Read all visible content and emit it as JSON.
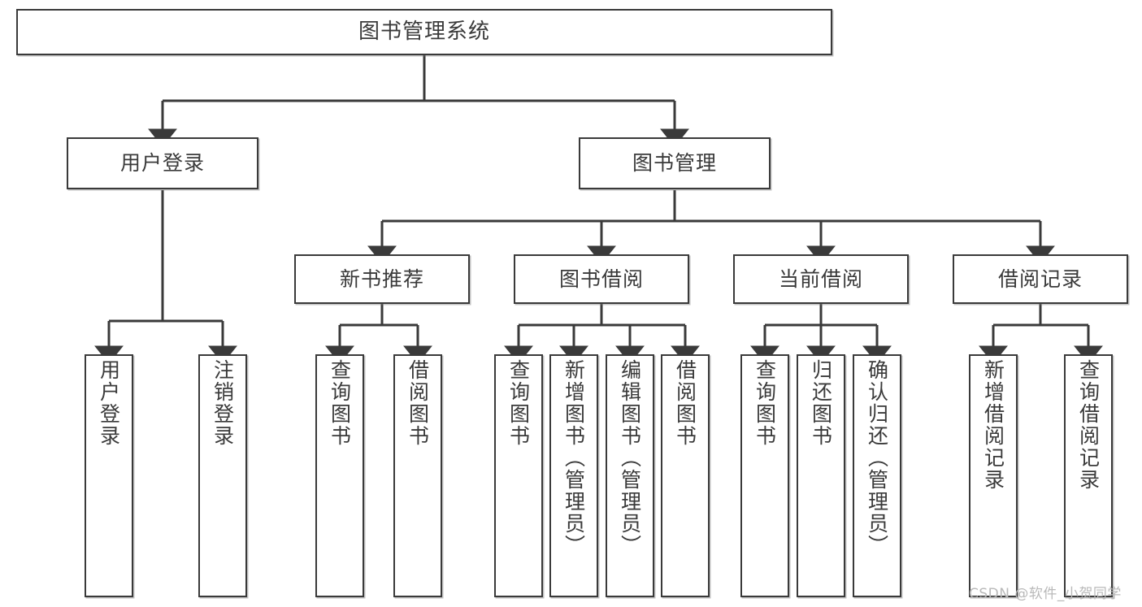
{
  "diagram": {
    "title": "图书管理系统",
    "type": "tree-hierarchy",
    "background_color": "#ffffff",
    "line_color": "#3a3a3a",
    "text_color": "#3a3a3a"
  },
  "nodes": {
    "root": {
      "label": "图书管理系统"
    },
    "level2": [
      {
        "label": "用户登录"
      },
      {
        "label": "图书管理"
      }
    ],
    "level3": [
      {
        "label": "新书推荐"
      },
      {
        "label": "图书借阅"
      },
      {
        "label": "当前借阅"
      },
      {
        "label": "借阅记录"
      }
    ],
    "leaves": {
      "user_login": [
        {
          "label": "用户登录"
        },
        {
          "label": "注销登录"
        }
      ],
      "new_book_recommend": [
        {
          "label": "查询图书"
        },
        {
          "label": "借阅图书"
        }
      ],
      "book_borrow": [
        {
          "label": "查询图书"
        },
        {
          "label": "新增图书（管理员）"
        },
        {
          "label": "编辑图书（管理员）"
        },
        {
          "label": "借阅图书"
        }
      ],
      "current_borrow": [
        {
          "label": "查询图书"
        },
        {
          "label": "归还图书"
        },
        {
          "label": "确认归还（管理员）"
        }
      ],
      "borrow_record": [
        {
          "label": "新增借阅记录"
        },
        {
          "label": "查询借阅记录"
        }
      ]
    }
  },
  "watermark": {
    "text": "CSDN @软件_小贺同学"
  }
}
